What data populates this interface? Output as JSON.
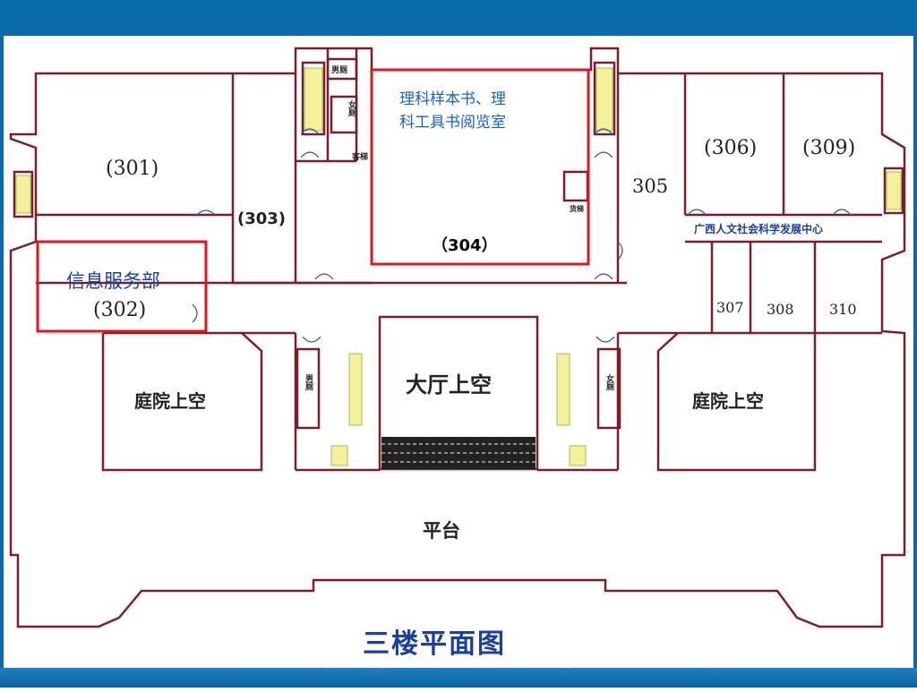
{
  "plan": {
    "room_301": "(301)",
    "room_303": "(303)",
    "room_304_title_l1": "理科样本书、理",
    "room_304_title_l2": "科工具书阅览室",
    "room_304_number": "（304）",
    "room_305": "305",
    "room_306": "(306)",
    "room_309": "(309)",
    "guangxi_center": "广西人文社会科学发展中心",
    "room_307": "307",
    "room_308": "308",
    "room_310": "310",
    "room_302_name": "信息服务部",
    "room_302_number": "(302)",
    "mens_wc_top": "男厕",
    "womens_wc_top": "女厕",
    "guest_lift": "客梯",
    "freight_lift": "货梯",
    "courtyard_left": "庭院上空",
    "courtyard_right": "庭院上空",
    "hall_void": "大厅上空",
    "mens_wc_mid": "男厕",
    "womens_wc_mid": "女厕",
    "platform": "平台",
    "plan_title": "三楼平面图"
  },
  "colors": {
    "wall": "#7a1e2a",
    "highlight": "#e0161e",
    "blue_text": "#1a3fa0",
    "header": "#0a6aa8"
  }
}
